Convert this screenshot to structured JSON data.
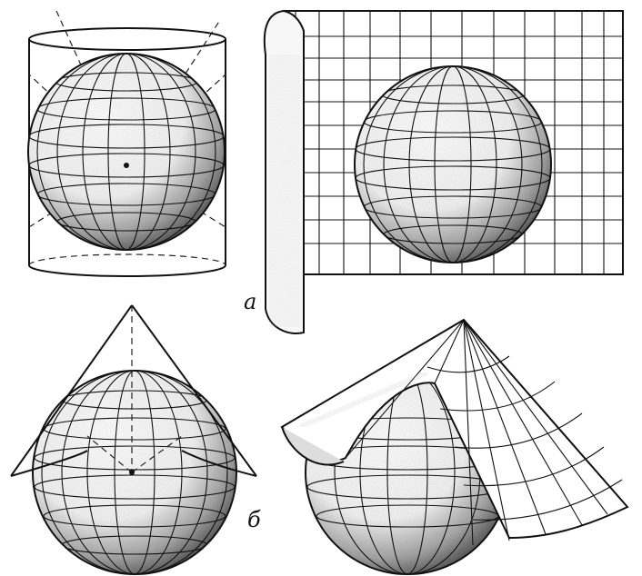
{
  "labels": {
    "a": "a",
    "b": "б"
  },
  "colors": {
    "ink": "#111111",
    "paper": "#ffffff"
  },
  "panels": [
    {
      "id": "cylinder-projection",
      "shape": "cylinder"
    },
    {
      "id": "cylinder-unrolled",
      "shape": "flat-grid"
    },
    {
      "id": "cone-projection",
      "shape": "cone"
    },
    {
      "id": "cone-unrolled",
      "shape": "fan"
    }
  ]
}
